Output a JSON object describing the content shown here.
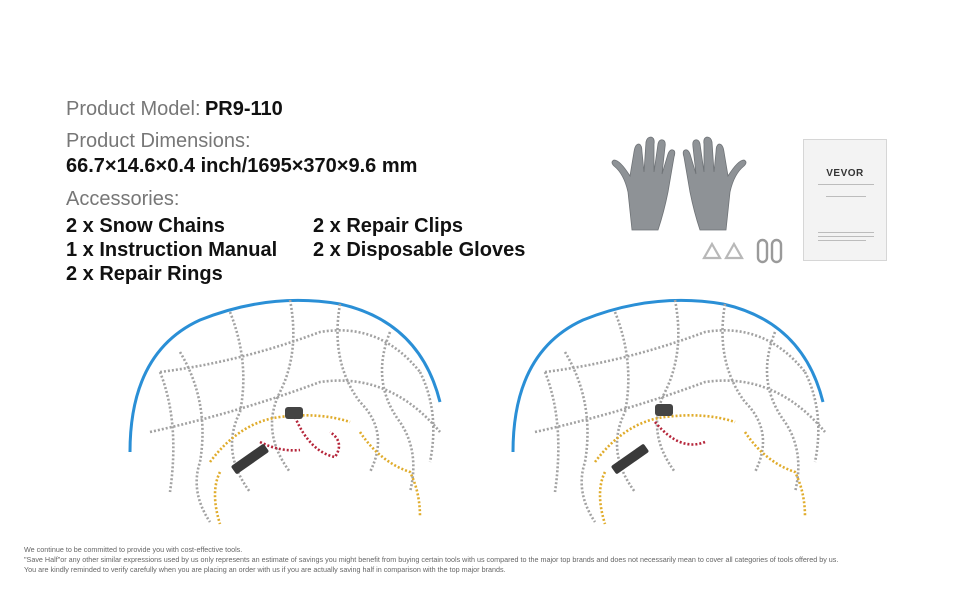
{
  "specs": {
    "model_label": "Product Model:",
    "model_value": "PR9-110",
    "dimensions_label": "Product Dimensions:",
    "dimensions_value": "66.7×14.6×0.4 inch/1695×370×9.6 mm",
    "accessories_label": "Accessories:",
    "accessories": [
      "2 x Snow Chains",
      "2 x Repair Clips",
      "1 x Instruction Manual",
      "2 x Disposable Gloves",
      "2 x Repair Rings"
    ]
  },
  "manual_brand": "VEVOR",
  "disclaimer": {
    "line1": "We continue to be committed to provide you with cost-effective tools.",
    "line2": "\"Save Half\"or any other similar expressions used by us only represents an estimate of savings you might benefit from buying certain tools with us compared to the major top brands and does not necessarily mean to cover all categories of tools offered by us.",
    "line3": "You are kindly reminded to verify carefully when you are placing an order with us if you are actually saving half in comparison with the top major brands."
  },
  "colors": {
    "cable_blue": "#2a8fd6",
    "chain_silver": "#a9a9a9",
    "tensioner_yellow": "#e0ac2c",
    "tensioner_red": "#b5253a"
  },
  "icons": {
    "gloves": "disposable-gloves-icon",
    "manual": "instruction-manual-icon",
    "clips": "repair-clip-icon",
    "rings": "repair-ring-icon"
  }
}
